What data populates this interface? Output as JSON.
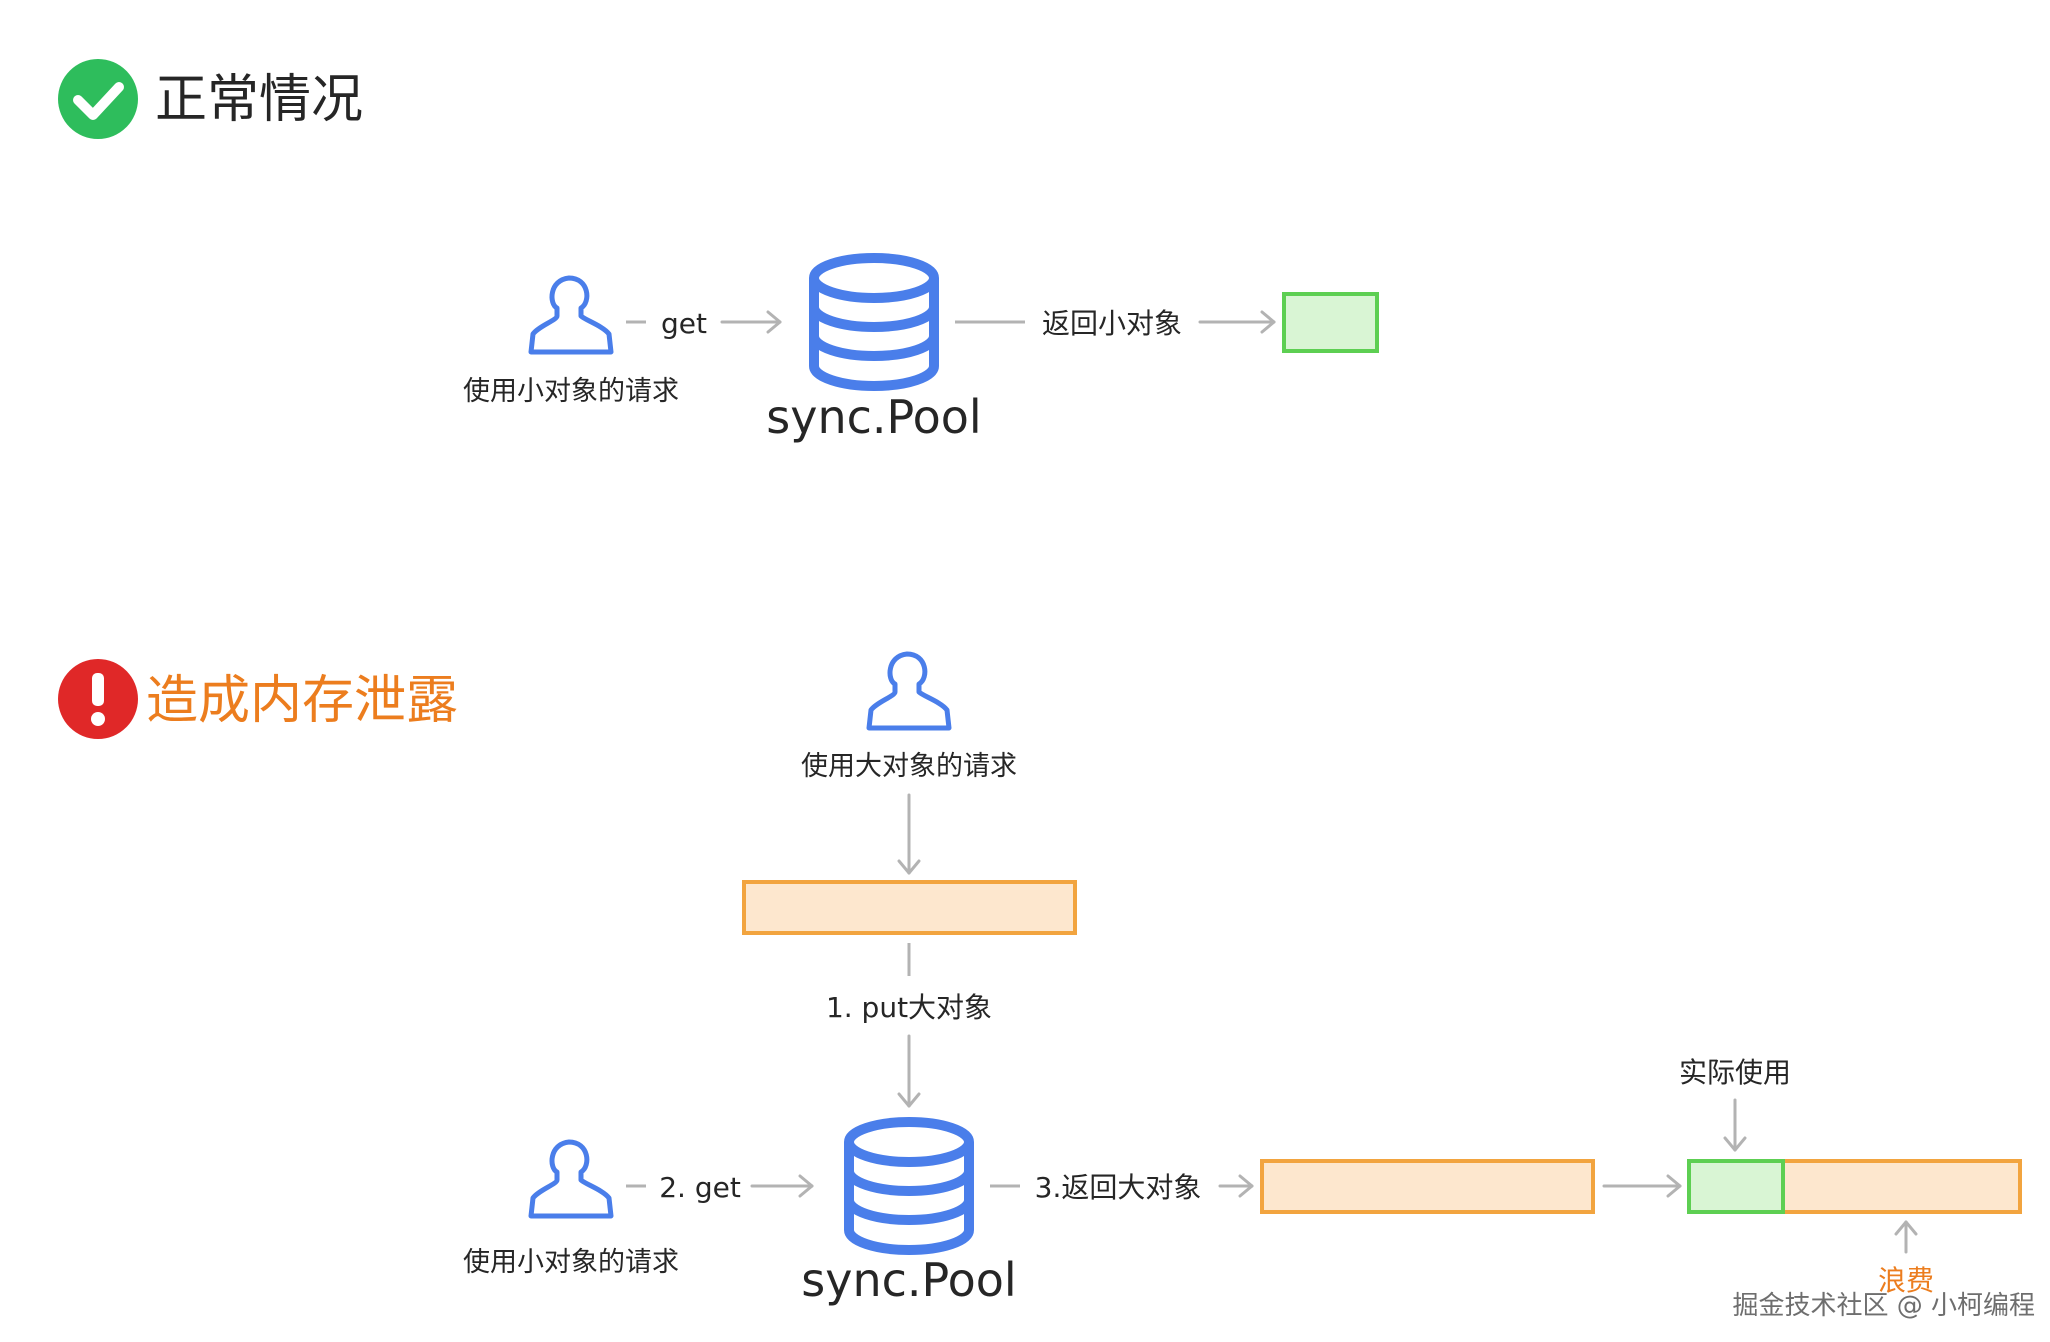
{
  "section_normal": {
    "title": "正常情况"
  },
  "section_leak": {
    "title": "造成内存泄露"
  },
  "normal_flow": {
    "user_label": "使用小对象的请求",
    "get_label": "get",
    "pool_label": "sync.Pool",
    "return_label": "返回小对象"
  },
  "leak_flow": {
    "big_user_label": "使用大对象的请求",
    "put_label": "1. put大对象",
    "small_user_label": "使用小对象的请求",
    "get_label": "2. get",
    "pool_label": "sync.Pool",
    "return_label": "3.返回大对象",
    "actual_use_label": "实际使用",
    "waste_label": "浪费"
  },
  "watermark": "掘金技术社区 @ 小柯编程",
  "colors": {
    "check_green": "#2ebd5c",
    "alert_red": "#e02828",
    "warning_orange": "#ec7d1e",
    "icon_blue": "#4a7eea",
    "small_object_fill": "#d9f5d4",
    "small_object_stroke": "#5dcf52",
    "big_object_fill": "#fde7ce",
    "big_object_stroke": "#f2a43f",
    "arrow_gray": "#b3b3b3"
  }
}
